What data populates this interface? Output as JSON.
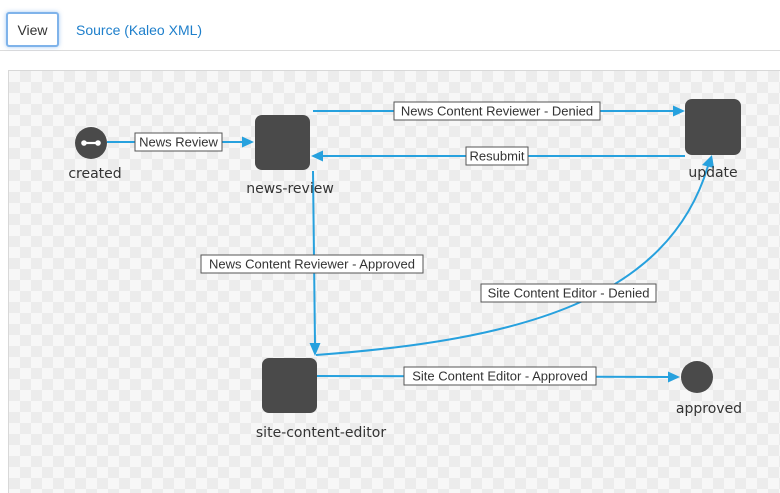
{
  "tabs": {
    "view_label": "View",
    "source_label": "Source (Kaleo XML)"
  },
  "nodes": {
    "created": {
      "label": "created",
      "type": "start"
    },
    "news_review": {
      "label": "news-review",
      "type": "task"
    },
    "update": {
      "label": "update",
      "type": "task"
    },
    "site_content_editor": {
      "label": "site-content-editor",
      "type": "task"
    },
    "approved": {
      "label": "approved",
      "type": "end"
    }
  },
  "transitions": {
    "news_review_start": "News Review",
    "news_denied": "News Content Reviewer - Denied",
    "resubmit": "Resubmit",
    "news_approved": "News Content Reviewer - Approved",
    "site_denied": "Site Content Editor - Denied",
    "site_approved": "Site Content Editor - Approved"
  },
  "colors": {
    "edge": "#27a1de",
    "node": "#4a4a4a",
    "tab_link": "#1e7fcb",
    "tab_focus": "#7fb3ea"
  },
  "icons": {
    "start_node": "key-icon"
  }
}
